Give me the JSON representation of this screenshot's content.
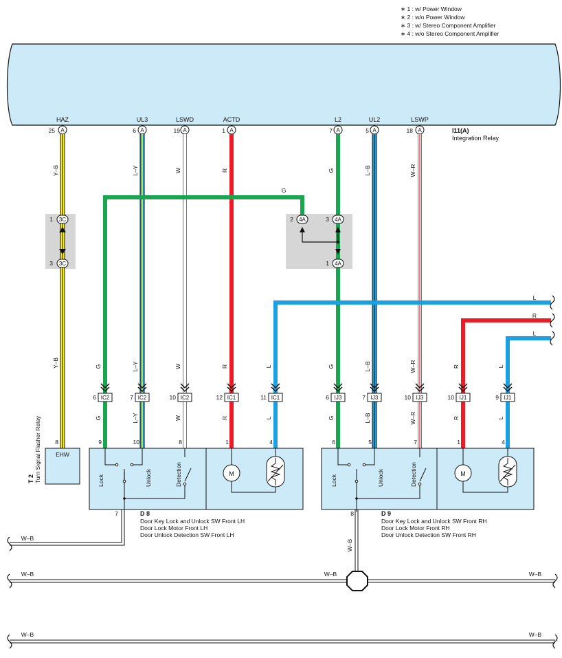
{
  "notes": [
    "∗ 1 : w/ Power Window",
    "∗ 2 : w/o Power Window",
    "∗ 3 : w/ Stereo Component Amplifier",
    "∗ 4 : w/o Stereo Component Amplifier"
  ],
  "relay": {
    "id": "I11(A)",
    "name": "Integration Relay",
    "pins": [
      {
        "signal": "HAZ",
        "pin": "25",
        "conn": "A"
      },
      {
        "signal": "UL3",
        "pin": "6",
        "conn": "A"
      },
      {
        "signal": "LSWD",
        "pin": "19",
        "conn": "A"
      },
      {
        "signal": "ACTD",
        "pin": "1",
        "conn": "A"
      },
      {
        "signal": "L2",
        "pin": "7",
        "conn": "A"
      },
      {
        "signal": "UL2",
        "pin": "5",
        "conn": "A"
      },
      {
        "signal": "LSWP",
        "pin": "18",
        "conn": "A"
      }
    ]
  },
  "wires": {
    "haz": "Y–B",
    "ul3": "L–Y",
    "lswd": "W",
    "actd": "R",
    "l2": "G",
    "ul2": "L–B",
    "lswp": "W–R",
    "g_cross": "G",
    "l_top": "L",
    "r_mid": "R",
    "l_low": "L",
    "haz_low": "Y–B",
    "d8_g": "G",
    "d8_ly": "L–Y",
    "d8_w": "W",
    "d8_r": "R",
    "d8_l": "L",
    "d9_g": "G",
    "d9_lb": "L–B",
    "d9_wr": "W–R",
    "d9_r": "R",
    "d9_l": "L",
    "d8_g2": "G",
    "d8_ly2": "L–Y",
    "d8_w2": "W",
    "d8_r2": "R",
    "d8_l2": "L",
    "d9_g2": "G",
    "d9_lb2": "L–B",
    "d9_wr2": "W–R",
    "d9_r2": "R",
    "d9_l2": "L"
  },
  "junction_3c": {
    "top_pin": "1",
    "top_code": "3C",
    "bot_pin": "3",
    "bot_code": "3C"
  },
  "junction_4a": {
    "pin_left": "2",
    "code_left": "4A",
    "pin_right": "3",
    "code_right": "4A",
    "pin_bot": "1",
    "code_bot": "4A"
  },
  "connectors": [
    {
      "pin": "6",
      "code": "IC2"
    },
    {
      "pin": "7",
      "code": "IC2"
    },
    {
      "pin": "10",
      "code": "IC2"
    },
    {
      "pin": "12",
      "code": "IC1"
    },
    {
      "pin": "11",
      "code": "IC1"
    },
    {
      "pin": "6",
      "code": "IJ3"
    },
    {
      "pin": "7",
      "code": "IJ3"
    },
    {
      "pin": "10",
      "code": "IJ3"
    },
    {
      "pin": "10",
      "code": "IJ1"
    },
    {
      "pin": "9",
      "code": "IJ1"
    }
  ],
  "t2": {
    "id": "T 2",
    "name": "Turn Signal Flasher Relay",
    "pin": "8",
    "label": "EHW"
  },
  "d8": {
    "id": "D 8",
    "lines": [
      "Door Key Lock and Unlock SW Front LH",
      "Door Lock Motor Front LH",
      "Door Unlock Detection SW Front LH"
    ],
    "pins": [
      "9",
      "10",
      "8",
      "1",
      "4"
    ],
    "ground_pin": "7",
    "sw_lock": "Lock",
    "sw_unlock": "Unlock",
    "sw_detect": "Detection"
  },
  "d9": {
    "id": "D 9",
    "lines": [
      "Door Key Lock and Unlock SW Front RH",
      "Door Lock Motor Front RH",
      "Door Unlock Detection SW Front RH"
    ],
    "pins": [
      "6",
      "5",
      "7",
      "1",
      "4"
    ],
    "ground_pin": "8",
    "sw_lock": "Lock",
    "sw_unlock": "Unlock",
    "sw_detect": "Detection"
  },
  "motor_label": "M",
  "ground": {
    "d8_wire": "W–B",
    "d9_wire": "W–B",
    "bus1_left": "W–B",
    "bus1_mid": "W–B",
    "bus1_right": "W–B",
    "bus2_left": "W–B",
    "bus2_right": "W–B"
  },
  "colors": {
    "panel": "#cdeaf8",
    "green": "#1aa651",
    "red": "#ed1c24",
    "blue": "#1ba1e2",
    "yellow": "#fff200",
    "gray": "#d0d0d0"
  }
}
